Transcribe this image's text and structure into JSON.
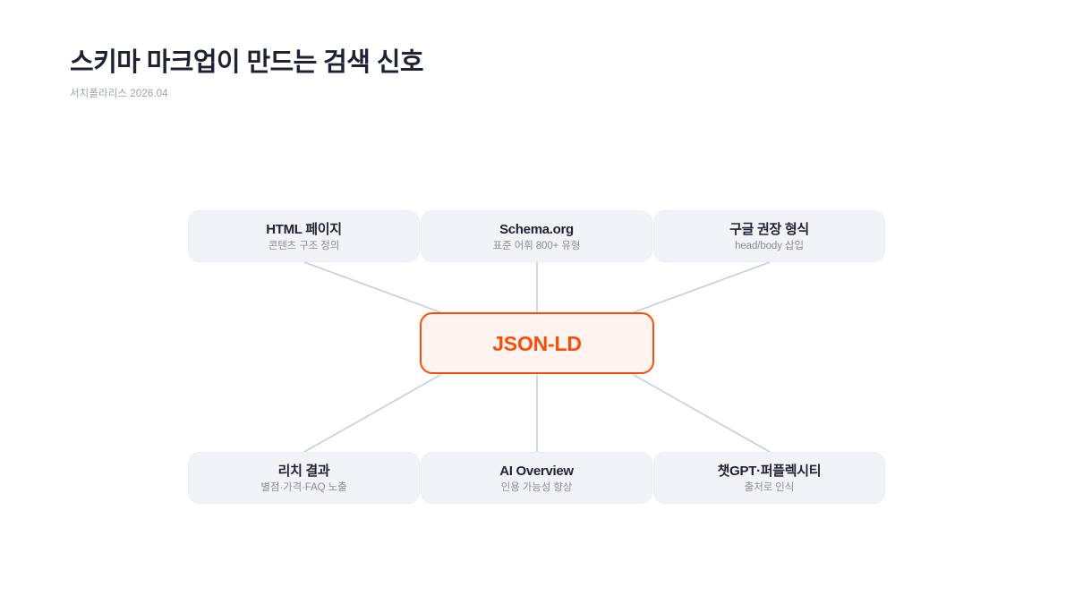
{
  "header": {
    "title": "스키마 마크업이 만드는 검색 신호",
    "subtitle": "서치폴라리스 2026.04"
  },
  "colors": {
    "accent": "#f94e09",
    "accent_fill": "#fff4ef",
    "card_fill": "#f1f3f6",
    "title_text": "#1e2233",
    "muted_text": "#868d9c",
    "subtitle_text": "#9aa0ad",
    "connector": "#c9ced7"
  },
  "diagram": {
    "type": "hub-and-spoke",
    "hub": {
      "label": "JSON-LD"
    },
    "inputs": [
      {
        "title": "HTML 페이지",
        "subtitle": "콘텐츠 구조 정의"
      },
      {
        "title": "Schema.org",
        "subtitle": "표준 어휘 800+ 유형"
      },
      {
        "title": "구글 권장 형식",
        "subtitle": "head/body 삽입"
      }
    ],
    "outputs": [
      {
        "title": "리치 결과",
        "subtitle": "별점·가격·FAQ 노출"
      },
      {
        "title": "AI Overview",
        "subtitle": "인용 가능성 향상"
      },
      {
        "title": "챗GPT·퍼플렉시티",
        "subtitle": "출처로 인식"
      }
    ]
  }
}
